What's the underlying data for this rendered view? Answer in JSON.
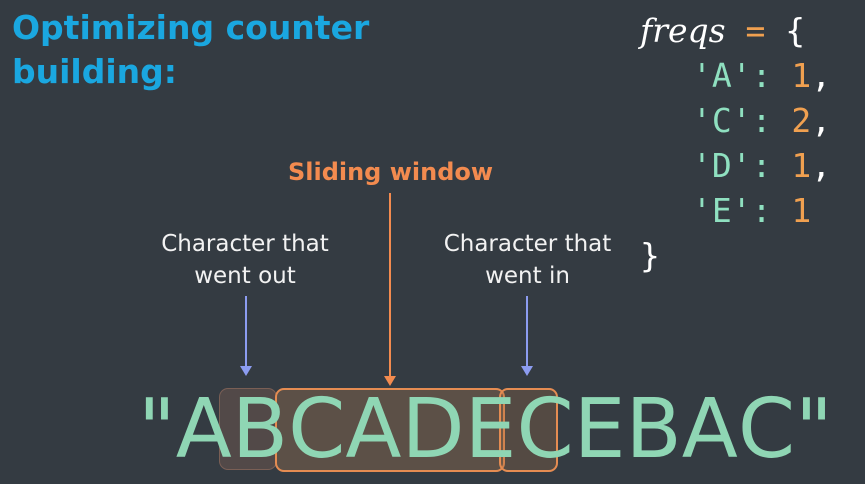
{
  "title": {
    "line1": "Optimizing counter",
    "line2": "building:"
  },
  "code": {
    "var_name": "freqs",
    "assign_op": "=",
    "open_brace": "{",
    "close_brace": "}",
    "entries": [
      {
        "key": "'A'",
        "value": "1",
        "comma": ","
      },
      {
        "key": "'C'",
        "value": "2",
        "comma": ","
      },
      {
        "key": "'D'",
        "value": "1",
        "comma": ","
      },
      {
        "key": "'E'",
        "value": "1",
        "comma": ""
      }
    ]
  },
  "labels": {
    "sliding_window": "Sliding window",
    "went_out_line1": "Character that",
    "went_out_line2": "went out",
    "went_in_line1": "Character that",
    "went_in_line2": "went in"
  },
  "sequence": {
    "characters": [
      "\"",
      "A",
      "B",
      "C",
      "A",
      "D",
      "E",
      "C",
      "E",
      "B",
      "A",
      "C",
      "\""
    ]
  },
  "colors": {
    "background": "#343b42",
    "title": "#1aa7e0",
    "accent_orange": "#f38b4f",
    "string_green": "#8fd6b4",
    "arrow_blue": "#8c9cf0"
  }
}
